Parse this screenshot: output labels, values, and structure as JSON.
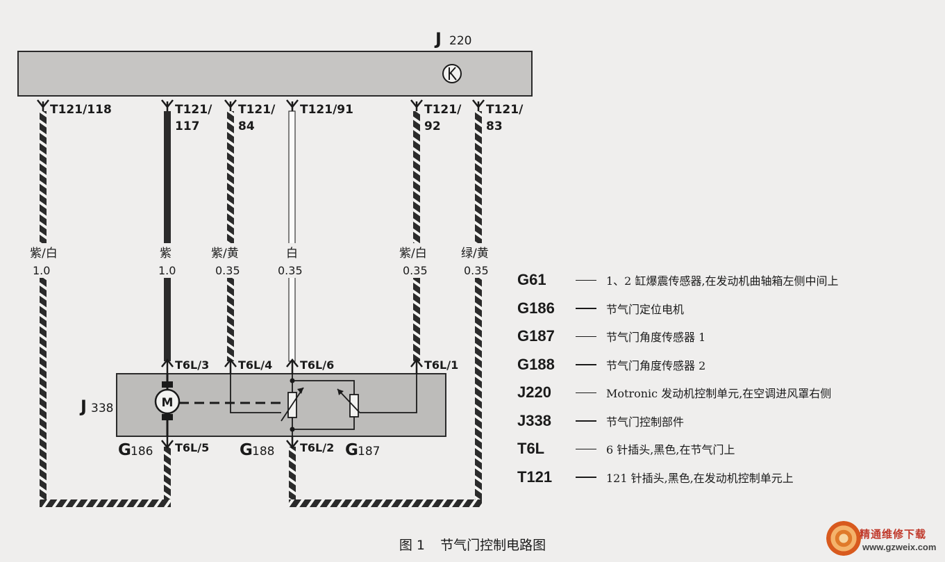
{
  "ecu": {
    "label": "J",
    "sub": "220"
  },
  "ecu_pins": [
    {
      "id": "118",
      "line1": "T121/118",
      "line2": ""
    },
    {
      "id": "117",
      "line1": "T121/",
      "line2": "117"
    },
    {
      "id": "84",
      "line1": "T121/",
      "line2": "84"
    },
    {
      "id": "91",
      "line1": "T121/91",
      "line2": ""
    },
    {
      "id": "92",
      "line1": "T121/",
      "line2": "92"
    },
    {
      "id": "83",
      "line1": "T121/",
      "line2": "83"
    }
  ],
  "wires": [
    {
      "color": "紫/白",
      "size": "1.0"
    },
    {
      "color": "紫",
      "size": "1.0"
    },
    {
      "color": "紫/黄",
      "size": "0.35"
    },
    {
      "color": "白",
      "size": "0.35"
    },
    {
      "color": "紫/白",
      "size": "0.35"
    },
    {
      "color": "绿/黄",
      "size": "0.35"
    }
  ],
  "module": {
    "label": "J",
    "sub": "338",
    "motor_symbol": "M",
    "motor_label": "G",
    "motor_sub": "186",
    "sensor2_label": "G",
    "sensor2_sub": "188",
    "sensor1_label": "G",
    "sensor1_sub": "187"
  },
  "connector_pins": {
    "p3": "T6L/3",
    "p4": "T6L/4",
    "p6": "T6L/6",
    "p1": "T6L/1",
    "p5": "T6L/5",
    "p2": "T6L/2"
  },
  "legend": [
    {
      "code": "G61",
      "desc": "1、2 缸爆震传感器,在发动机曲轴箱左侧中间上"
    },
    {
      "code": "G186",
      "desc": "节气门定位电机"
    },
    {
      "code": "G187",
      "desc": "节气门角度传感器 1"
    },
    {
      "code": "G188",
      "desc": "节气门角度传感器 2"
    },
    {
      "code": "J220",
      "desc": "Motronic 发动机控制单元,在空调进风罩右侧"
    },
    {
      "code": "J338",
      "desc": "节气门控制部件"
    },
    {
      "code": "T6L",
      "desc": "6 针插头,黑色,在节气门上"
    },
    {
      "code": "T121",
      "desc": "121 针插头,黑色,在发动机控制单元上"
    }
  ],
  "caption": {
    "num": "图 1",
    "title": "节气门控制电路图"
  },
  "watermark": {
    "name": "精通维修下载",
    "url": "www.gzweix.com"
  },
  "colors": {
    "ecu_fill": "#c6c5c3",
    "module_fill": "#bdbcba",
    "wire": "#2b2b2b",
    "background": "#efeeed"
  }
}
